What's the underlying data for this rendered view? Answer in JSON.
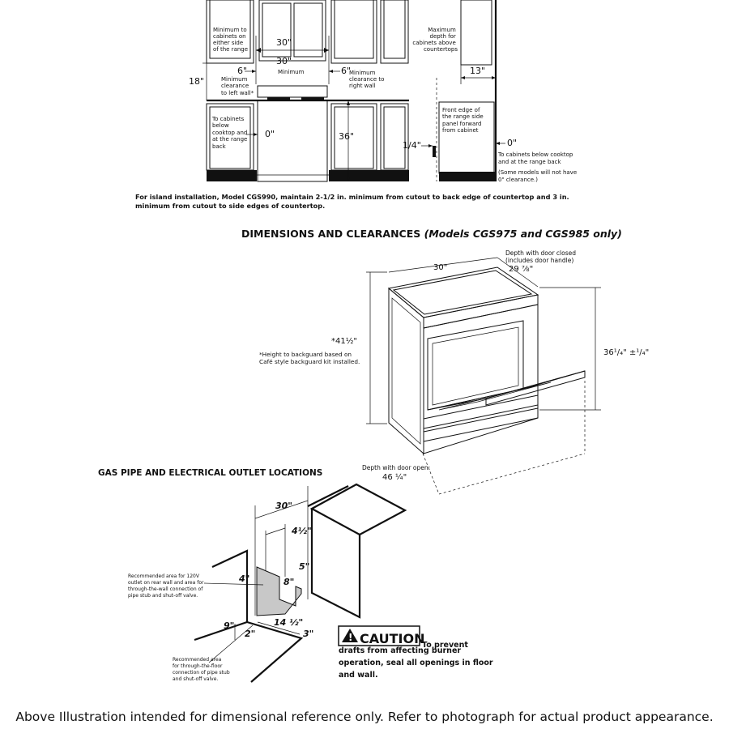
{
  "top": {
    "dim_30_top": "30\"",
    "dim_30_mid": "30\"",
    "minimum": "Minimum",
    "dim_6_left": "6\"",
    "dim_6_right": "6\"",
    "dim_18": "18\"",
    "dim_0_left": "0\"",
    "dim_36": "36\"",
    "min_cabinets_lines": [
      "Minimum to",
      "cabinets on",
      "either side",
      "of the range"
    ],
    "min_clear_left_lines": [
      "Minimum",
      "clearance",
      "to left wall*"
    ],
    "min_clear_right_lines": [
      "Minimum",
      "clearance to",
      "right wall"
    ],
    "cab_below_lines": [
      "To cabinets",
      "below",
      "cooktop and",
      "at the range",
      "back"
    ],
    "max_depth_lines": [
      "Maximum",
      "depth for",
      "cabinets above",
      "countertops"
    ],
    "dim_13": "13\"",
    "front_edge_lines": [
      "Front edge of",
      "the range side",
      "panel forward",
      "from cabinet"
    ],
    "dim_quarter": "1/4\"",
    "dim_0_right": "0\"",
    "cab_below_right_lines": [
      "To cabinets below cooktop",
      "and at the range back",
      "(Some models will not have",
      "0\" clearance.)"
    ]
  },
  "island_note_lines": [
    "For island installation, Model CGS990, maintain 2-1/2 in. minimum from cutout to back edge of countertop and 3 in.",
    "minimum from cutout to side edges of countertop."
  ],
  "dimensions": {
    "heading": "DIMENSIONS AND CLEARANCES ",
    "heading_models": "(Models CGS975 and CGS985 only)",
    "width": "30\"",
    "depth_closed_lines": [
      "Depth with door closed",
      "(includes door handle)"
    ],
    "depth_closed_value": "29 ⅞\"",
    "height_backguard": "*41½\"",
    "backguard_note_lines": [
      "*Height to backguard based on",
      "Café style backguard kit installed."
    ],
    "height_range": "36¹/₄\" ±¹/₄\"",
    "depth_open_label": "Depth with door open:",
    "depth_open_value": "46 ¼\""
  },
  "gas": {
    "heading": "GAS PIPE AND ELECTRICAL OUTLET LOCATIONS",
    "dim_30": "30\"",
    "dim_4_5": "4½\"",
    "dim_5": "5\"",
    "dim_4": "4\"",
    "dim_8": "8\"",
    "dim_9": "9\"",
    "dim_2": "2\"",
    "dim_14_5": "14 ½\"",
    "dim_3": "3\"",
    "rec_wall_lines": [
      "Recommended area for 120V",
      "outlet on rear wall and area for",
      "through-the-wall connection of",
      "pipe stub and shut-off valve."
    ],
    "rec_floor_lines": [
      "Recommended area",
      "for through-the-floor",
      "connection of pipe stub",
      "and shut-off valve."
    ],
    "caution_word": "CAUTION",
    "caution_text_lines": [
      "To prevent",
      "drafts from affecting burner",
      "operation, seal all openings in floor",
      "and wall."
    ]
  },
  "footer": "Above Illustration intended for dimensional reference only. Refer to photograph for actual product appearance."
}
